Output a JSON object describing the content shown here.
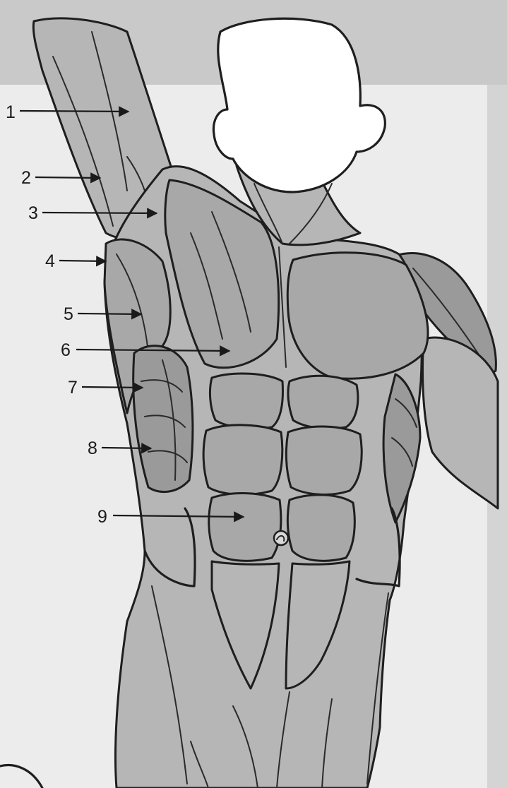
{
  "labels": [
    "1",
    "2",
    "3",
    "4",
    "5",
    "6",
    "7",
    "8",
    "9"
  ],
  "colors": {
    "background": "#c9c9c9",
    "panel": "#ececec",
    "muscle": "#a8a8a8",
    "outline": "#1e1e1e",
    "head": "#ffffff"
  }
}
